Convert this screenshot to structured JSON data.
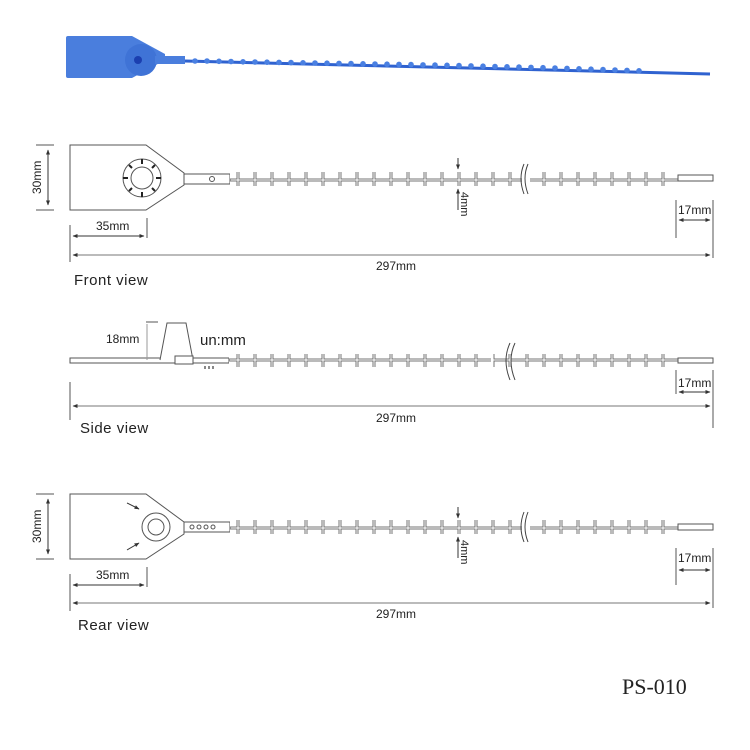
{
  "product": {
    "model": "PS-010",
    "photo_color": "#3d72d9",
    "unit_note": "un:mm"
  },
  "views": [
    {
      "id": "front",
      "label": "Front view",
      "dims": {
        "height": "30mm",
        "tag_length": "35mm",
        "total_length": "297mm",
        "strap_width": "4mm",
        "tail_length": "17mm"
      }
    },
    {
      "id": "side",
      "label": "Side view",
      "dims": {
        "lock_height": "18mm",
        "total_length": "297mm",
        "tail_length": "17mm"
      }
    },
    {
      "id": "rear",
      "label": "Rear view",
      "dims": {
        "height": "30mm",
        "tag_length": "35mm",
        "total_length": "297mm",
        "strap_width": "4mm",
        "tail_length": "17mm"
      }
    }
  ],
  "colors": {
    "line": "#555555",
    "text": "#222222",
    "blue": "#3d72d9"
  }
}
